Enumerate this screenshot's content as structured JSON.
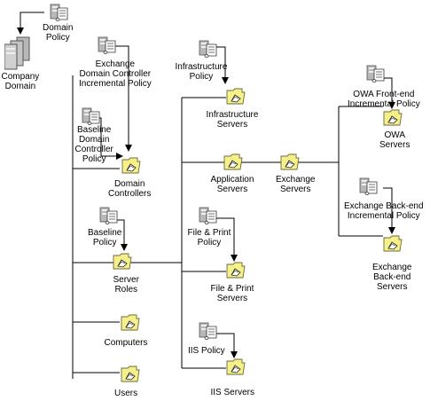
{
  "nodes": {
    "domain_policy": {
      "label": [
        "Domain",
        "Policy"
      ],
      "kind": "policy"
    },
    "company_domain": {
      "label": [
        "Company",
        "Domain"
      ],
      "kind": "domain"
    },
    "exchange_dc_policy": {
      "label": [
        "Exchange",
        "Domain Controller",
        "Incremental Policy"
      ],
      "kind": "policy"
    },
    "baseline_dc_policy": {
      "label": [
        "Baseline",
        "Domain",
        "Controller",
        "Policy"
      ],
      "kind": "policy"
    },
    "domain_controllers": {
      "label": [
        "Domain",
        "Controllers"
      ],
      "kind": "ou"
    },
    "baseline_policy": {
      "label": [
        "Baseline",
        "Policy"
      ],
      "kind": "policy"
    },
    "server_roles": {
      "label": [
        "Server",
        "Roles"
      ],
      "kind": "ou"
    },
    "computers": {
      "label": [
        "Computers"
      ],
      "kind": "ou"
    },
    "users": {
      "label": [
        "Users"
      ],
      "kind": "ou"
    },
    "infra_policy": {
      "label": [
        "Infrastructure",
        "Policy"
      ],
      "kind": "policy"
    },
    "infra_servers": {
      "label": [
        "Infrastructure",
        "Servers"
      ],
      "kind": "ou"
    },
    "app_servers": {
      "label": [
        "Application",
        "Servers"
      ],
      "kind": "ou"
    },
    "exchange_servers": {
      "label": [
        "Exchange",
        "Servers"
      ],
      "kind": "ou"
    },
    "fp_policy": {
      "label": [
        "File & Print",
        "Policy"
      ],
      "kind": "policy"
    },
    "fp_servers": {
      "label": [
        "File & Print",
        "Servers"
      ],
      "kind": "ou"
    },
    "iis_policy": {
      "label": [
        "IIS Policy"
      ],
      "kind": "policy"
    },
    "iis_servers": {
      "label": [
        "IIS Servers"
      ],
      "kind": "ou"
    },
    "owa_policy": {
      "label": [
        "OWA Front-end",
        "Incremental Policy"
      ],
      "kind": "policy"
    },
    "owa_servers": {
      "label": [
        "OWA",
        "Servers"
      ],
      "kind": "ou"
    },
    "exch_be_policy": {
      "label": [
        "Exchange Back-end",
        "Incremental Policy"
      ],
      "kind": "policy"
    },
    "exch_be_servers": {
      "label": [
        "Exchange",
        "Back-end",
        "Servers"
      ],
      "kind": "ou"
    }
  },
  "colors": {
    "line": "#000000",
    "folder": "#f5f08a",
    "folder_edge": "#6b6a3a",
    "computer": "#b8b8b8"
  }
}
